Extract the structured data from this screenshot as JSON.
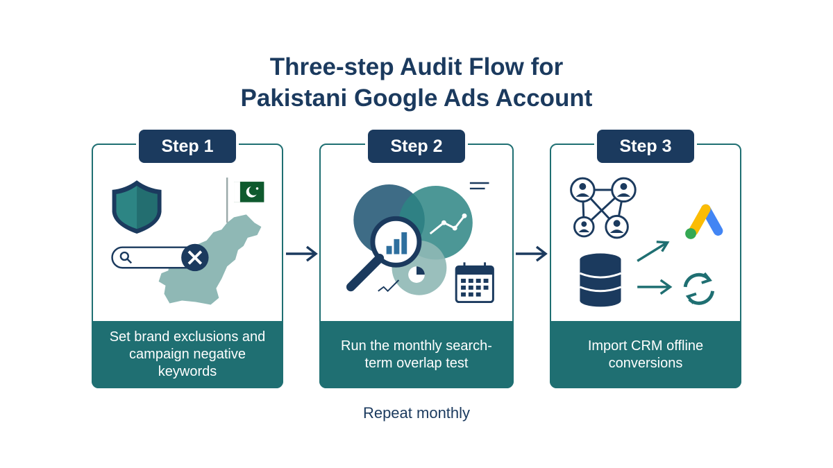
{
  "title_line1": "Three-step Audit Flow for",
  "title_line2": "Pakistani Google Ads Account",
  "steps": [
    {
      "label": "Step 1",
      "text": "Set brand exclusions and campaign negative keywords"
    },
    {
      "label": "Step 2",
      "text": "Run the monthly search-term overlap test"
    },
    {
      "label": "Step 3",
      "text": "Import CRM offline conversions"
    }
  ],
  "footer_note": "Repeat monthly",
  "colors": {
    "navy": "#1b3a5e",
    "teal": "#1f6f72",
    "light_teal": "#8fb8b5"
  },
  "icons": [
    "shield-icon",
    "pakistan-flag-icon",
    "pakistan-map-icon",
    "search-bar-icon",
    "close-icon",
    "venn-circles-icon",
    "magnifier-chart-icon",
    "trend-line-icon",
    "calendar-icon",
    "pie-chart-icon",
    "network-people-icon",
    "google-ads-logo-icon",
    "database-icon",
    "sync-icon",
    "arrow-right-icon"
  ]
}
